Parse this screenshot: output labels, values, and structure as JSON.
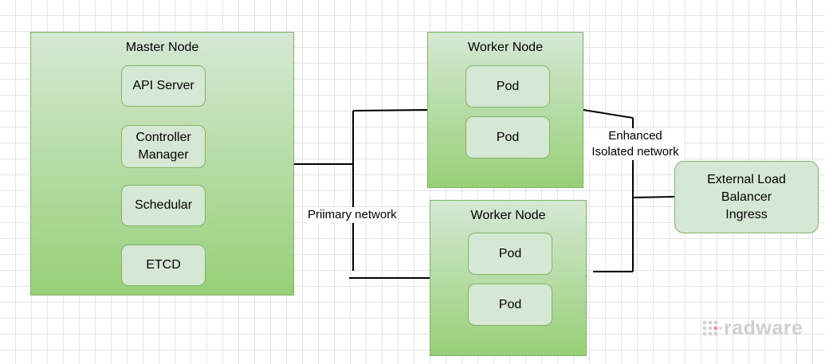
{
  "master": {
    "title": "Master Node",
    "components": [
      "API Server",
      "Controller\nManager",
      "Schedular",
      "ETCD"
    ]
  },
  "worker_top": {
    "title": "Worker Node",
    "pods": [
      "Pod",
      "Pod"
    ]
  },
  "worker_bottom": {
    "title": "Worker Node",
    "pods": [
      "Pod",
      "Pod"
    ]
  },
  "labels": {
    "primary_network": "Priimary network",
    "isolated_network": "Enhanced\nIsolated network"
  },
  "external": {
    "label": "External Load\nBalancer\nIngress"
  },
  "colors": {
    "node_fill_top": "#d5e8d4",
    "node_fill_bottom": "#97d077",
    "border": "#82b366",
    "line": "#000000"
  },
  "watermark": {
    "text": "radware",
    "icon": "radware-logo-icon"
  }
}
